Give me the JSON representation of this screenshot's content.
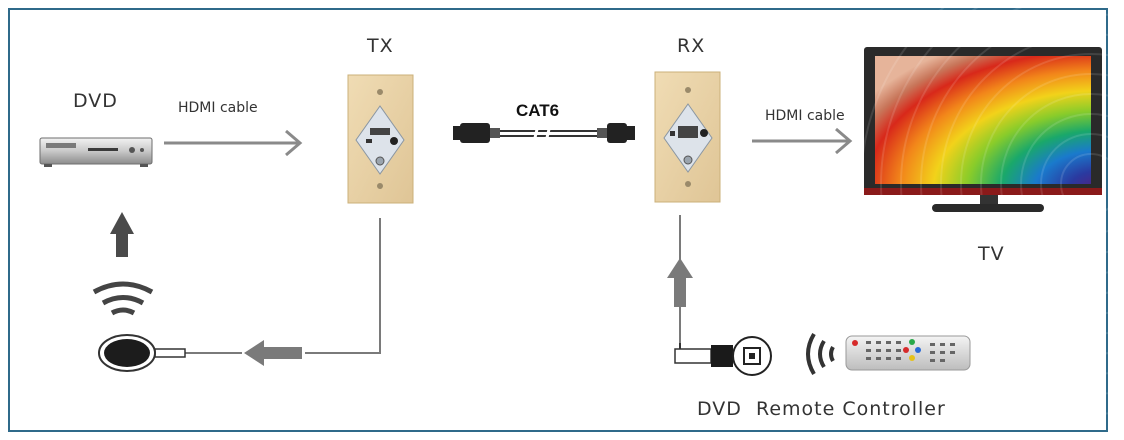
{
  "labels": {
    "dvd": "DVD",
    "hdmi_cable_left": "HDMI cable",
    "tx": "TX",
    "cat6": "CAT6",
    "rx": "RX",
    "hdmi_cable_right": "HDMI cable",
    "tv": "TV",
    "dvd_remote_controller": "DVD  Remote Controller"
  },
  "colors": {
    "frame_border": "#2f6a8a",
    "arrow_gray": "#8a8a8a",
    "wall_plate": "#e8d2a6",
    "tv_frame": "#2a2a2a",
    "tv_bezel_red": "#8a1a1a"
  }
}
